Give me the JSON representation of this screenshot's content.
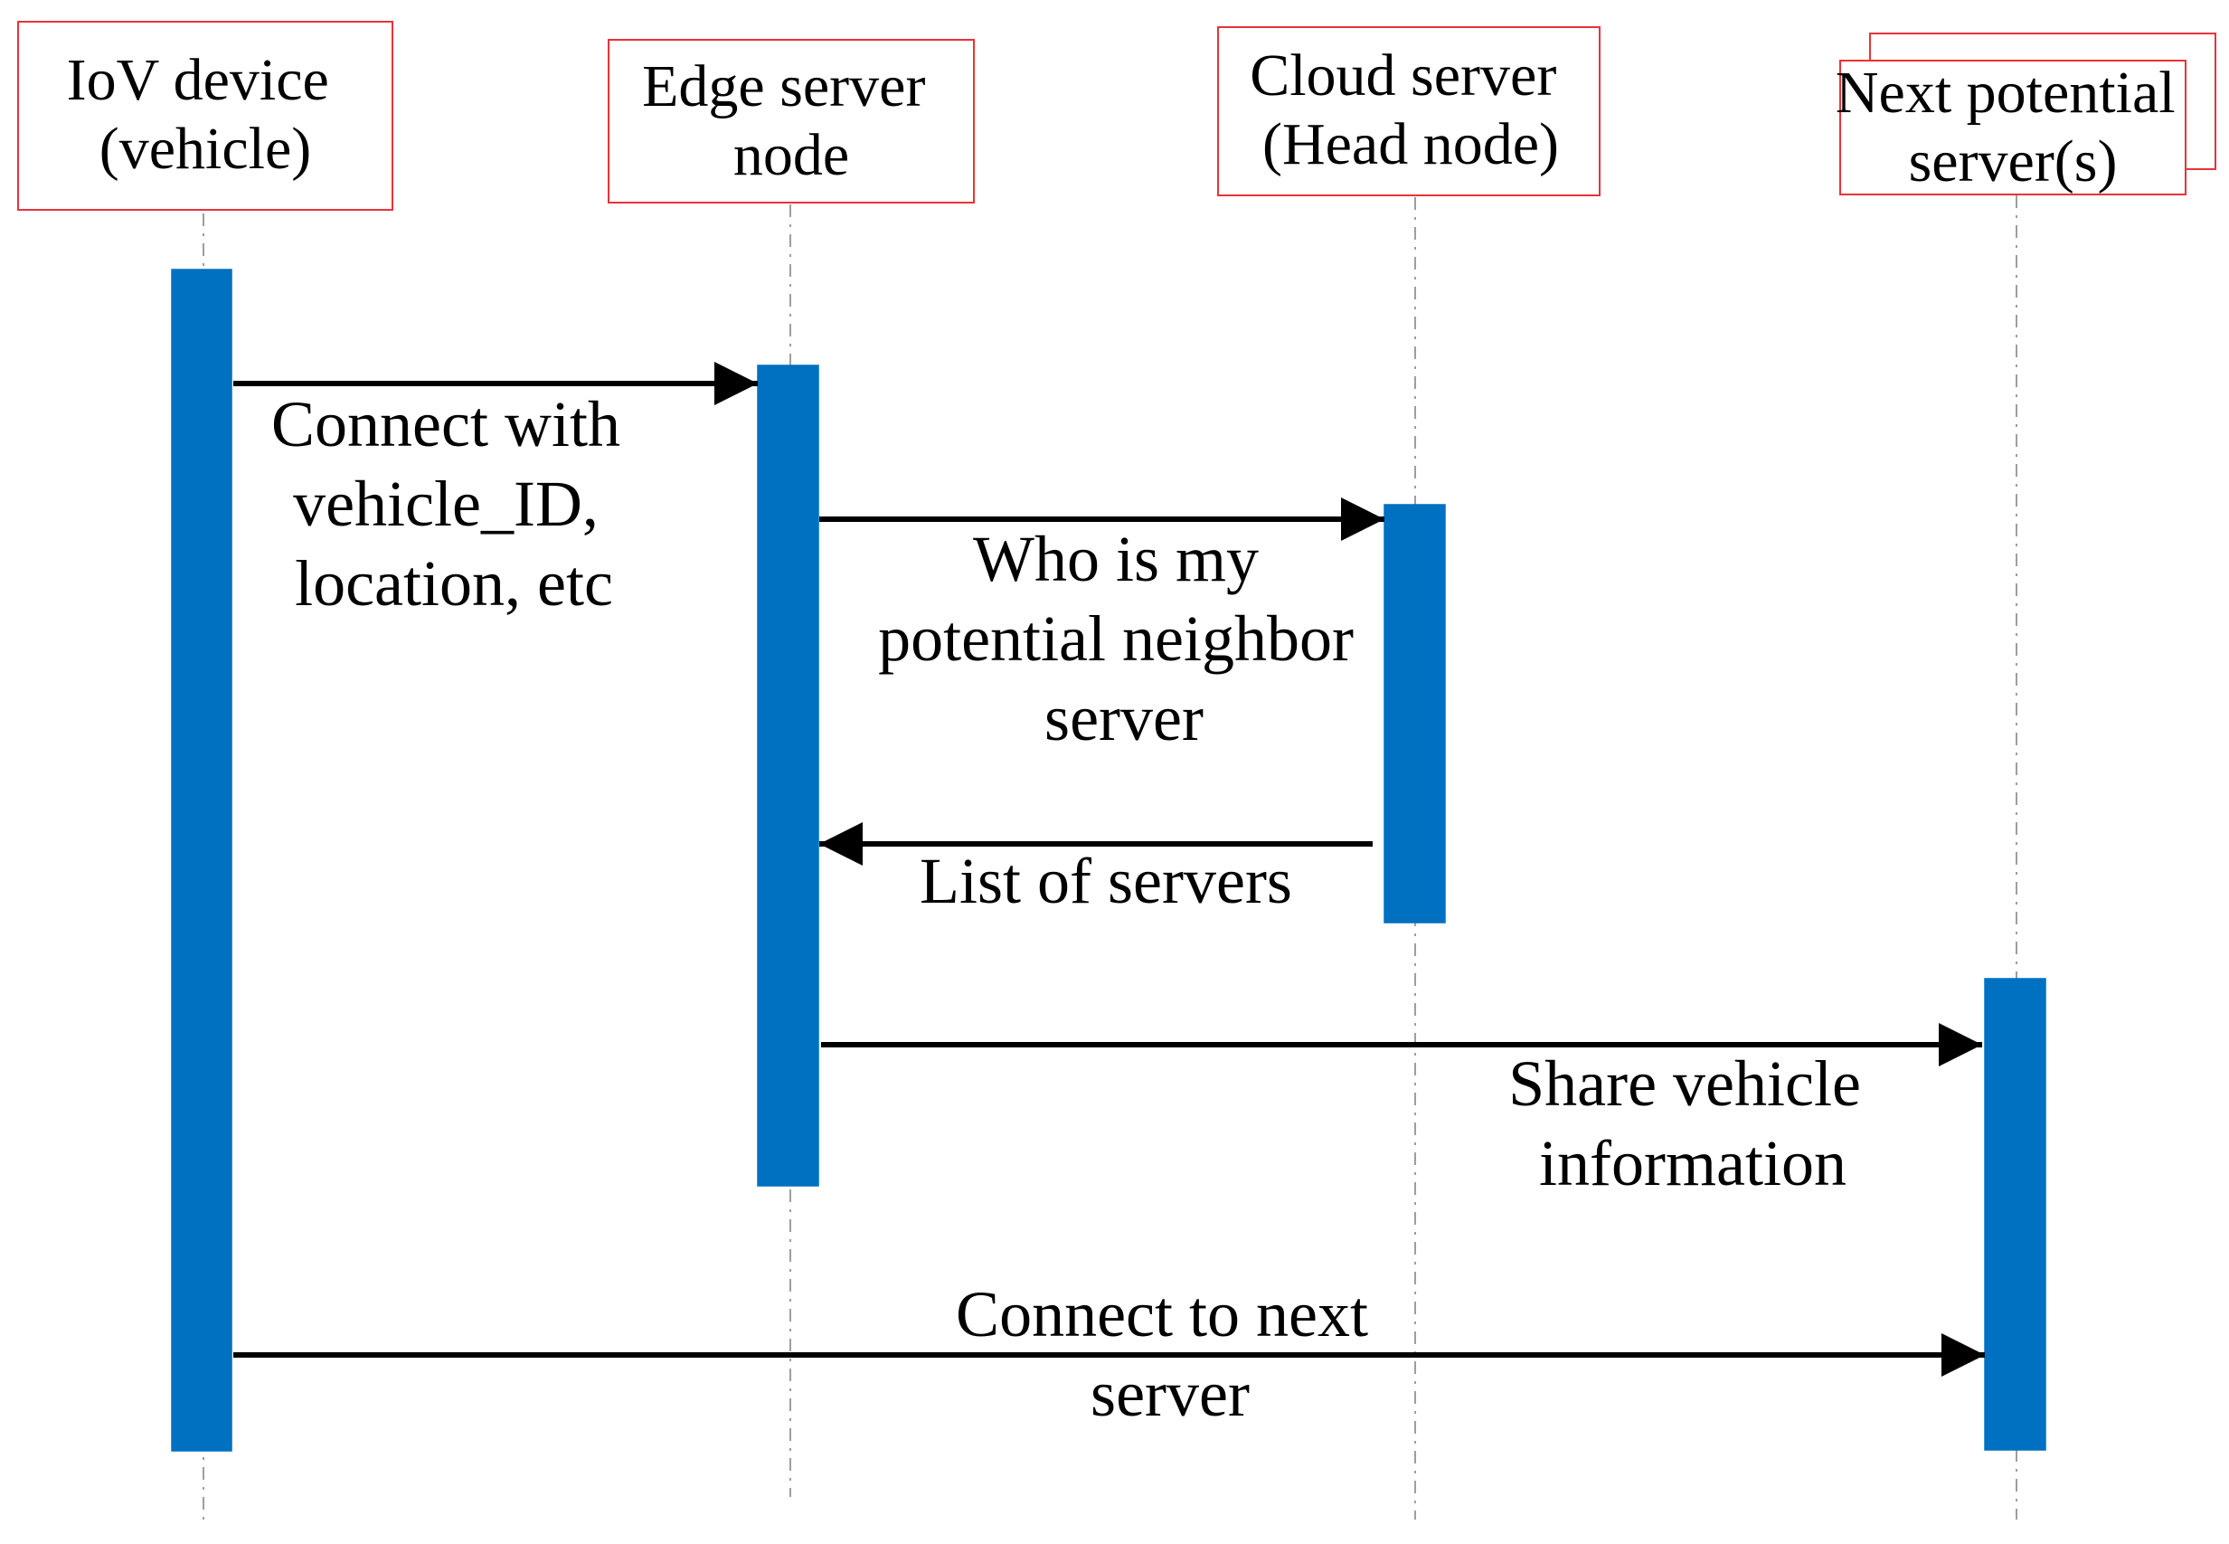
{
  "colors": {
    "participant_border": "#e8333a",
    "activation_fill": "#0070c0",
    "lifeline": "#7f7f7f",
    "arrow": "#000000",
    "text": "#000000"
  },
  "participants": [
    {
      "lines": [
        "IoV device",
        "(vehicle)"
      ]
    },
    {
      "lines": [
        "Edge server",
        "node"
      ]
    },
    {
      "lines": [
        "Cloud server",
        "(Head node)"
      ]
    },
    {
      "lines": [
        "Next potential",
        "server(s)"
      ]
    }
  ],
  "messages": [
    {
      "from": 0,
      "to": 1,
      "lines": [
        "Connect with",
        "vehicle_ID,",
        "location, etc"
      ]
    },
    {
      "from": 1,
      "to": 2,
      "lines": [
        "Who is my",
        "potential neighbor",
        "server"
      ]
    },
    {
      "from": 2,
      "to": 1,
      "lines": [
        "List of servers"
      ]
    },
    {
      "from": 1,
      "to": 3,
      "lines": [
        "Share vehicle",
        "information"
      ]
    },
    {
      "from": 0,
      "to": 3,
      "lines": [
        "Connect to next",
        "server"
      ]
    }
  ]
}
